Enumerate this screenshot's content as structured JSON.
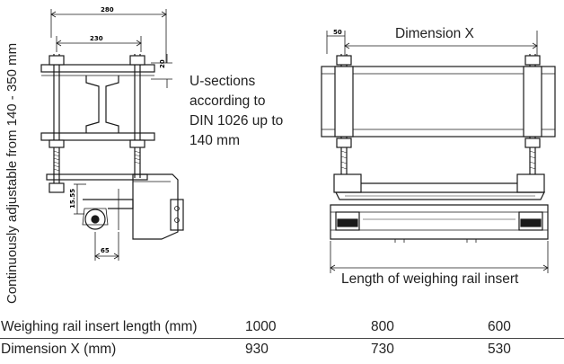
{
  "left_drawing": {
    "vertical_label": "Continuously adjustable from 140 - 350 mm",
    "dim_width_outer": "280",
    "dim_width_inner": "230",
    "dim_flange": "20",
    "dim_height": "15.55",
    "dim_bottom": "65"
  },
  "note": {
    "lines": [
      "U-sections",
      "according to",
      "DIN 1026 up to",
      "140 mm"
    ]
  },
  "right_drawing": {
    "dim_offset": "50",
    "dimension_x_label": "Dimension X",
    "length_label": "Length of weighing rail insert"
  },
  "table": {
    "rows": [
      {
        "label": "Weighing rail insert length (mm)",
        "values": [
          "1000",
          "800",
          "600"
        ]
      },
      {
        "label": "Dimension X (mm)",
        "values": [
          "930",
          "730",
          "530"
        ]
      }
    ]
  }
}
